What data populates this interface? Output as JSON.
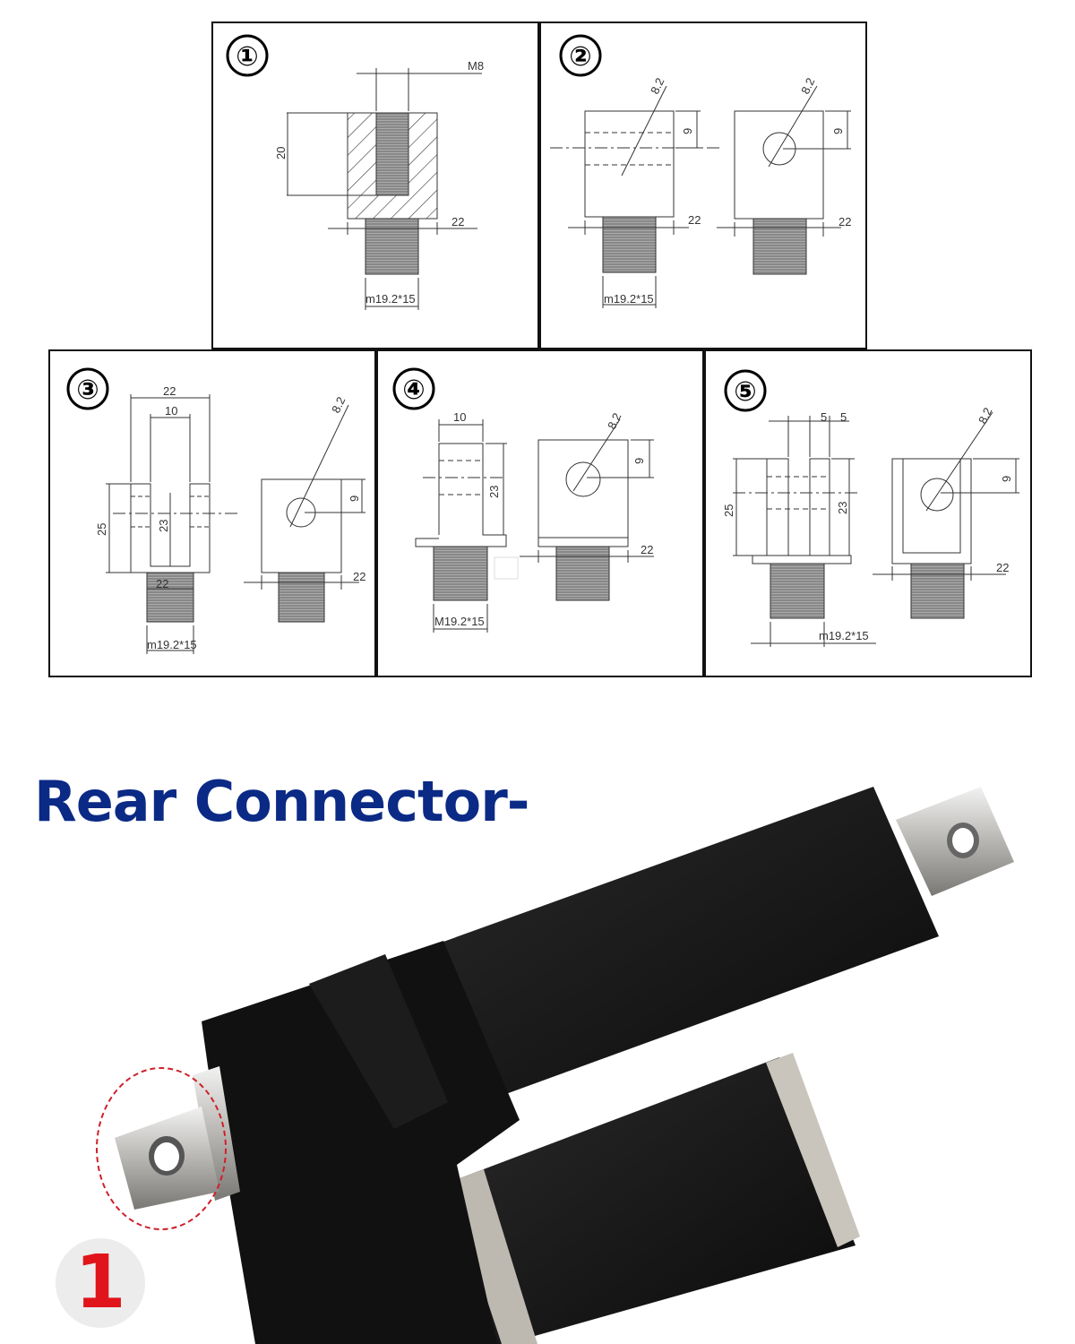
{
  "panels": [
    {
      "number": "①",
      "labels": {
        "thread_top": "M8",
        "height": "20",
        "width": "22",
        "thread": "m19.2*15"
      }
    },
    {
      "number": "②",
      "labels": {
        "hole_l": "8.2",
        "offset_l": "9",
        "width_l": "22",
        "thread": "m19.2*15",
        "hole_r": "8.2",
        "offset_r": "9",
        "width_r": "22"
      }
    },
    {
      "number": "③",
      "labels": {
        "outer": "22",
        "slot": "10",
        "height": "25",
        "slot_depth": "23",
        "base": "22",
        "thread": "m19.2*15",
        "hole": "8.2",
        "offset": "9",
        "width_r": "22"
      }
    },
    {
      "number": "④",
      "labels": {
        "tab": "10",
        "height": "23",
        "thread": "M19.2*15",
        "hole": "8.2",
        "offset": "9",
        "width_r": "22"
      }
    },
    {
      "number": "⑤",
      "labels": {
        "gap_a": "5",
        "gap_b": "5",
        "height": "25",
        "slot_depth": "23",
        "thread": "m19.2*15",
        "hole": "8.2",
        "offset": "9",
        "width_r": "22"
      }
    }
  ],
  "heading": "Rear Connector-",
  "badge": "1",
  "colors": {
    "heading": "#0b2a86",
    "badge": "#e1141b",
    "highlight": "#d0202a"
  }
}
